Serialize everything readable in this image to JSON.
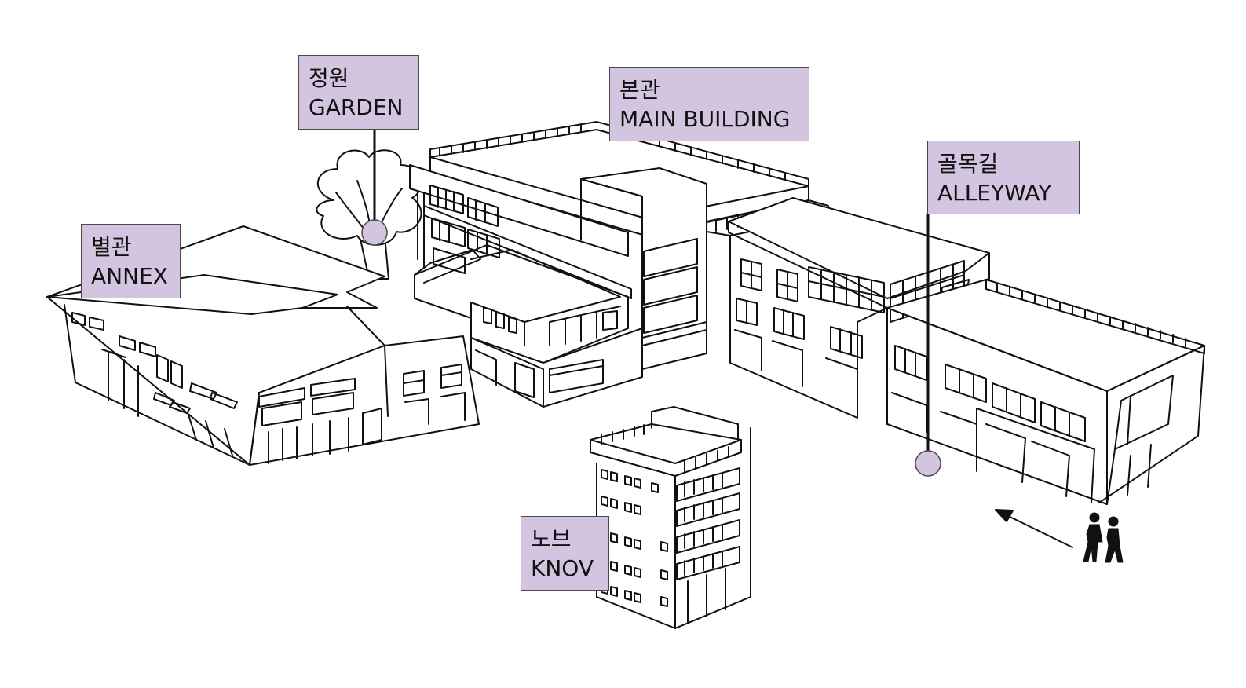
{
  "diagram": {
    "palette": {
      "label_fill": "#d3c4df",
      "label_border": "#4a4a4a",
      "line": "#111111",
      "background": "#ffffff"
    },
    "labels": {
      "garden": {
        "ko": "정원",
        "en": "GARDEN"
      },
      "main_building": {
        "ko": "본관",
        "en": "MAIN BUILDING"
      },
      "annex": {
        "ko": "별관",
        "en": "ANNEX"
      },
      "alleyway": {
        "ko": "골목길",
        "en": "ALLEYWAY"
      },
      "knov": {
        "ko": "노브",
        "en": "KNOV"
      }
    },
    "icons": [
      "tree-icon",
      "walking-people-icon",
      "direction-arrow-icon",
      "location-pin-marker"
    ]
  }
}
